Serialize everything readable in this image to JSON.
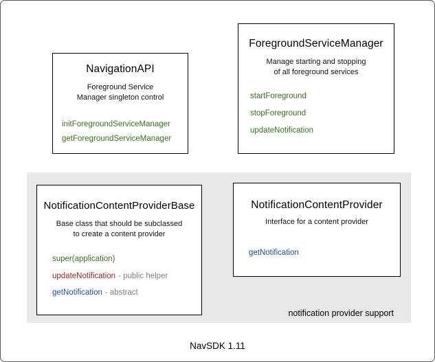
{
  "diagram": {
    "boxes": [
      {
        "id": "navigation-api",
        "title": "NavigationAPI",
        "description": [
          "Foreground Service",
          "Manager singleton control"
        ],
        "methods": [
          {
            "name": "initForegroundServiceManager",
            "color": "#39711c"
          },
          {
            "name": "getForegroundServiceManager",
            "color": "#39711c"
          }
        ]
      },
      {
        "id": "foreground-service-manager",
        "title": "ForegroundServiceManager",
        "description": [
          "Manage starting and stopping",
          "of all foreground services"
        ],
        "methods": [
          {
            "name": "startForeground",
            "color": "#39711c"
          },
          {
            "name": "stopForeground",
            "color": "#39711c"
          },
          {
            "name": "updateNotification",
            "color": "#39711c"
          }
        ]
      },
      {
        "id": "notification-content-provider-base",
        "title": "NotificationContentProviderBase",
        "description": [
          "Base class that should be subclassed",
          "to create a content provider"
        ],
        "methods": [
          {
            "name": "super(application)",
            "color": "#39711c",
            "annotation": ""
          },
          {
            "name": "updateNotification",
            "color": "#a32020",
            "annotation": "- public helper"
          },
          {
            "name": "getNotification",
            "color": "#1d4e9e",
            "annotation": "- abstract"
          }
        ]
      },
      {
        "id": "notification-content-provider",
        "title": "NotificationContentProvider",
        "description": [
          "Interface for a content provider"
        ],
        "methods": [
          {
            "name": "getNotification",
            "color": "#1d4e9e"
          }
        ]
      }
    ],
    "group_label": "notification provider support",
    "footer": "NavSDK 1.11",
    "colors": {
      "method_green": "#39711c",
      "method_red": "#a32020",
      "method_blue": "#1d4e9e",
      "annotation_gray": "#808080",
      "group_background": "#e8e8e8",
      "box_border": "#000000",
      "canvas_border": "#5a5a5a"
    }
  }
}
